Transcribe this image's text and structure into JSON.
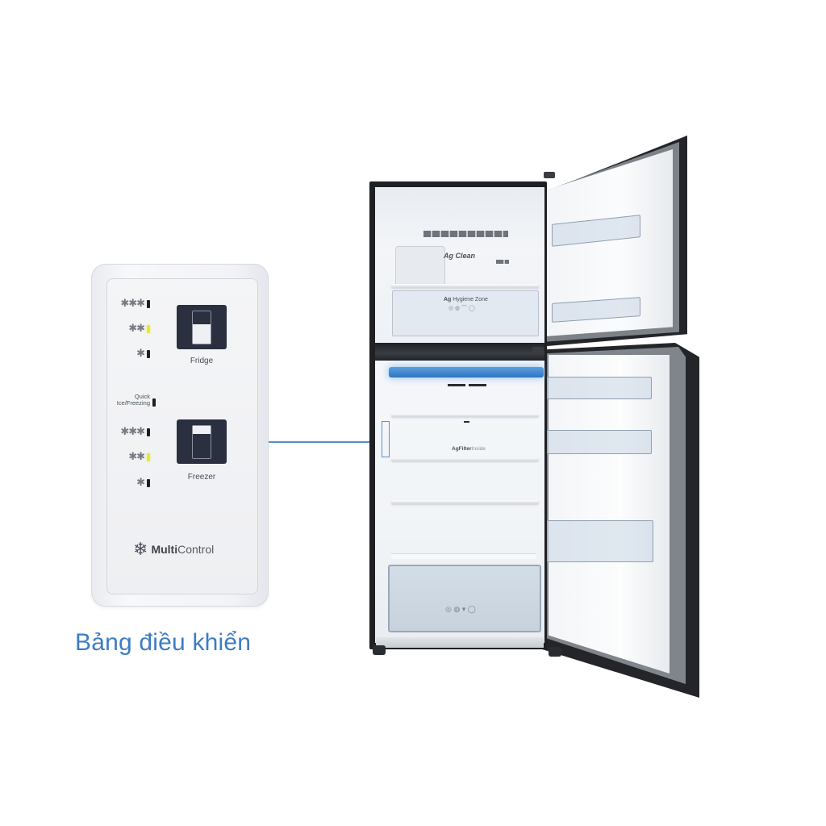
{
  "control_panel": {
    "fridge_levels": [
      {
        "stars": "✱✱✱",
        "led_on": false
      },
      {
        "stars": "✱✱",
        "led_on": true
      },
      {
        "stars": "✱",
        "led_on": false
      }
    ],
    "fridge_button_label": "Fridge",
    "quick_freeze_label_line1": "Quick",
    "quick_freeze_label_line2": "Ice/Freezing",
    "freezer_levels": [
      {
        "stars": "✱✱✱",
        "led_on": false
      },
      {
        "stars": "✱✱",
        "led_on": true
      },
      {
        "stars": "✱",
        "led_on": false
      }
    ],
    "freezer_button_label": "Freezer",
    "brand_icon": "snowflake-icon",
    "brand_glyph": "❄",
    "brand_bold": "Multi",
    "brand_light": "Control",
    "led_on_color": "#e5e83a"
  },
  "caption": "Bảng điều khiển",
  "caption_color": "#3d7dc2",
  "fridge": {
    "ag_clean_label": "Ag Clean",
    "hygiene_zone_prefix": "Ag",
    "hygiene_zone_label": "Hygiene Zone",
    "filter_prefix": "Ag",
    "filter_label_bold": "Filter",
    "filter_label_light": "Inside",
    "drawer_icons": "◎ ◍ ▾ ◯",
    "hygiene_icons": "◎ ◍ ⌒ ◯",
    "body_color": "#1e2023",
    "accent_light_color": "#3f8ad4"
  }
}
